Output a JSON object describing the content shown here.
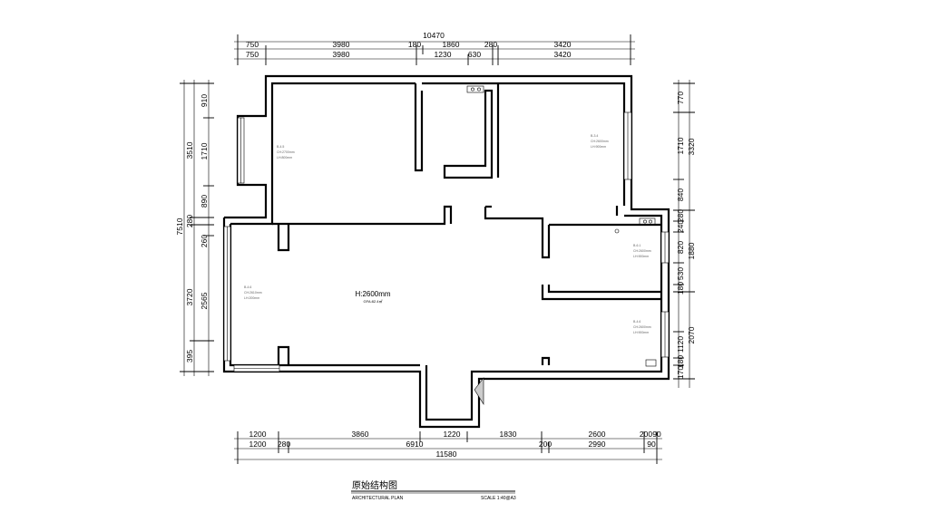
{
  "floorplan": {
    "title_cn": "原始结构图",
    "title_en": "ARCHITECTURAL PLAN",
    "scale": "SCALE 1:40@A3",
    "height_label": "H:2600mm",
    "gfa_label": "GFA:82.4㎡"
  },
  "dimensions": {
    "top_total": "10470",
    "top_row1": [
      "750",
      "3980",
      "180",
      "1860",
      "280",
      "3420"
    ],
    "top_row2": [
      "750",
      "3980",
      "1230",
      "630",
      "3420"
    ],
    "left_outer": "7510",
    "left_mid": [
      "3510",
      "280",
      "3720",
      "395"
    ],
    "left_inner": [
      "910",
      "1710",
      "890",
      "260",
      "2565"
    ],
    "right_inner": [
      "770",
      "1710",
      "840",
      "280",
      "240",
      "820",
      "530",
      "180",
      "1120",
      "180",
      "170"
    ],
    "right_outer": [
      "3320",
      "1880",
      "2070"
    ],
    "bottom_row1": [
      "1200",
      "3860",
      "1220",
      "1830",
      "2600",
      "200",
      "90"
    ],
    "bottom_row2": [
      "1200",
      "280",
      "6910",
      "200",
      "2990",
      "90"
    ],
    "bottom_total": "11580"
  },
  "room_labels": [
    [
      "B-4.5",
      "CH:2700mm",
      "LH:800mm"
    ],
    [
      "B-3.4",
      "CH:2600mm",
      "LH:900mm"
    ],
    [
      "B-4.6",
      "CH:2610mm",
      "LH:200mm"
    ],
    [
      "B-6.1",
      "CH:2600mm",
      "LH:900mm"
    ],
    [
      "B-4.6",
      "CH:2600mm",
      "LH:900mm"
    ]
  ]
}
